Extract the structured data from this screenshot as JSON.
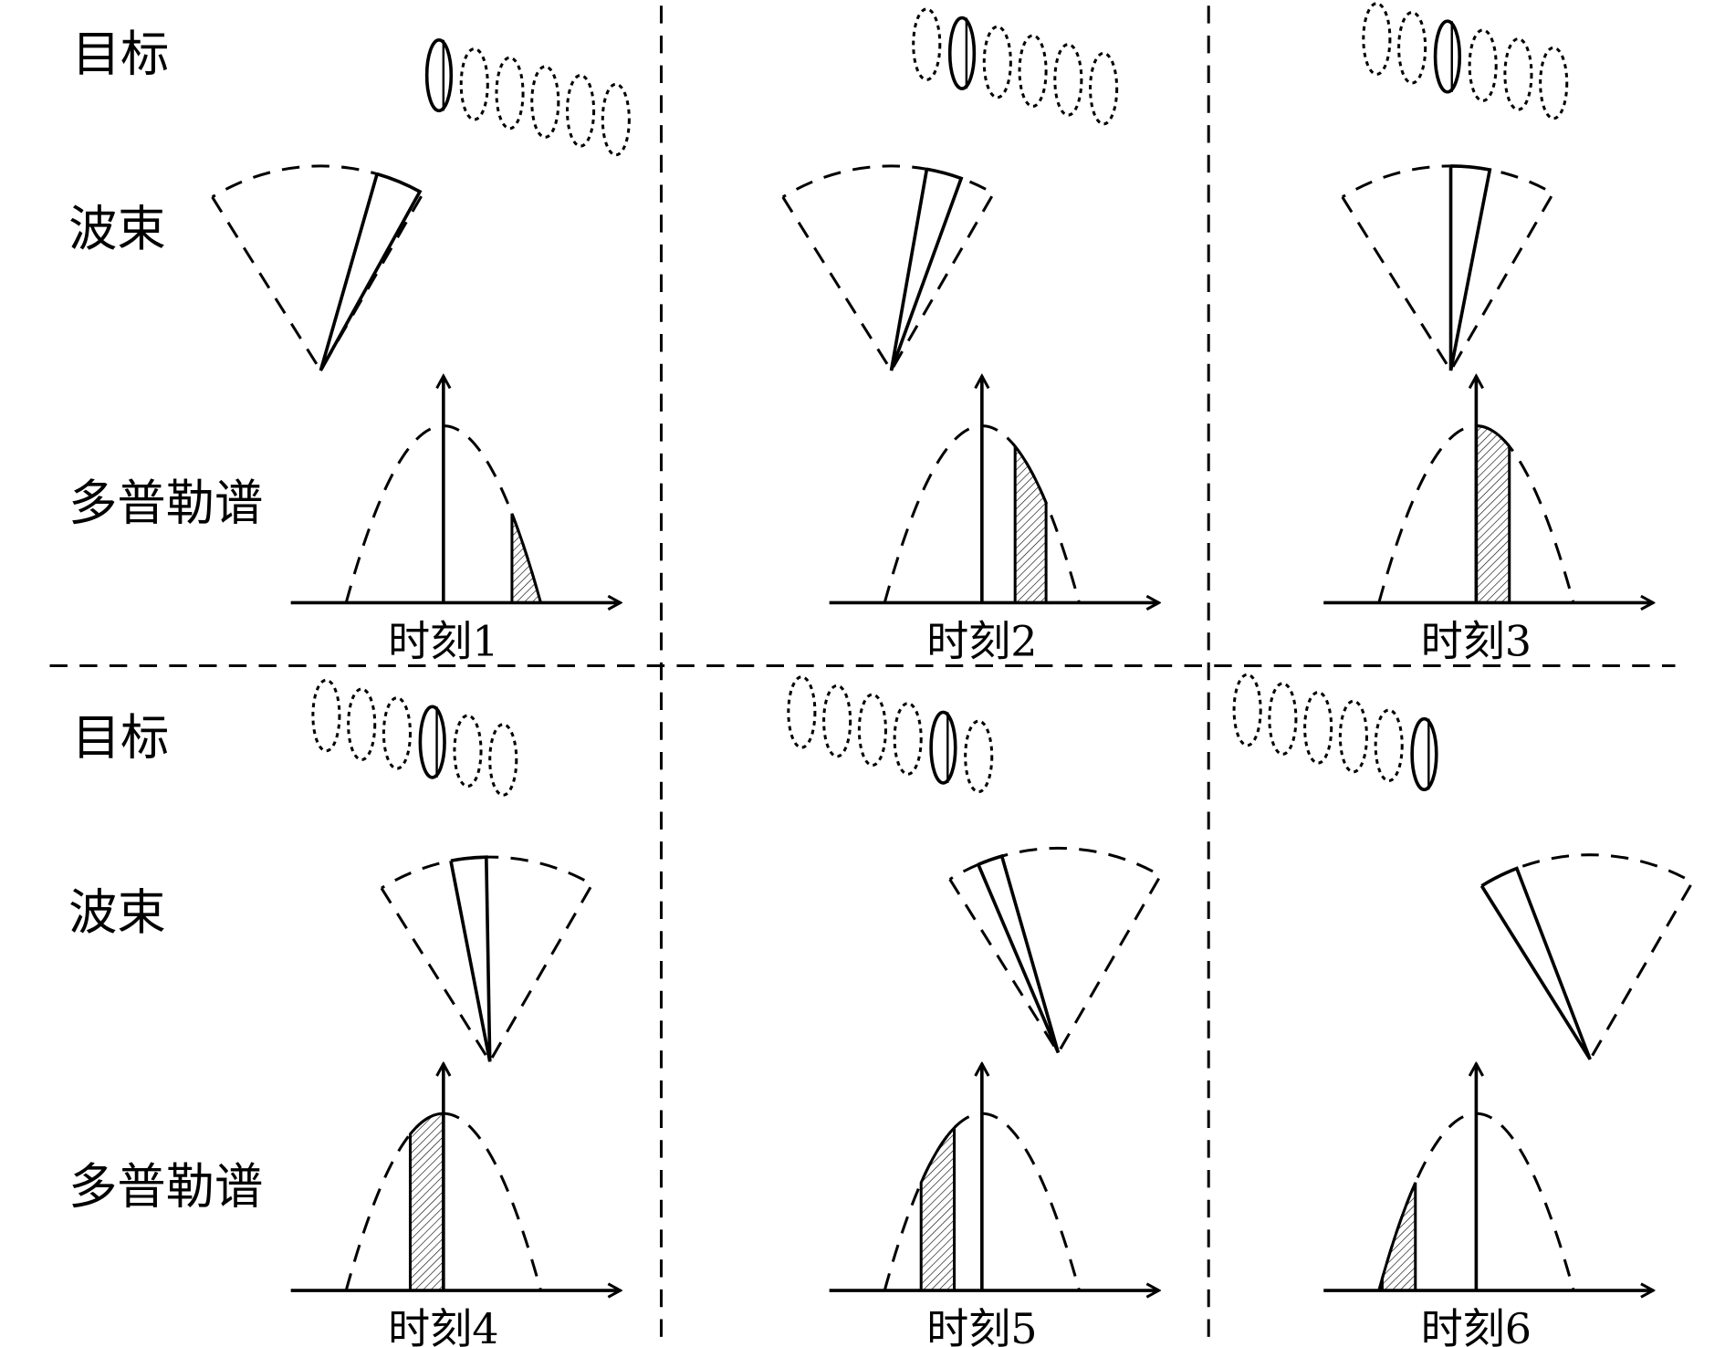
{
  "row_labels": {
    "target": "目标",
    "beam": "波束",
    "doppler": "多普勒谱"
  },
  "panels": [
    {
      "caption": "时刻1",
      "active_target": 0
    },
    {
      "caption": "时刻2",
      "active_target": 1
    },
    {
      "caption": "时刻3",
      "active_target": 2
    },
    {
      "caption": "时刻4",
      "active_target": 3
    },
    {
      "caption": "时刻5",
      "active_target": 4
    },
    {
      "caption": "时刻6",
      "active_target": 5
    }
  ]
}
